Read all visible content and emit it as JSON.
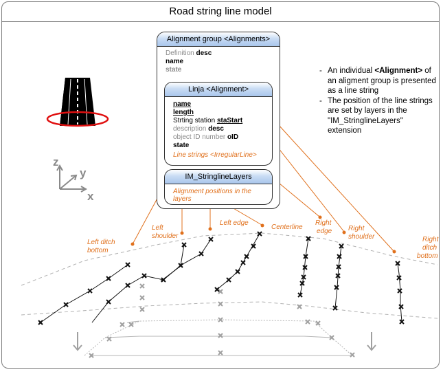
{
  "title": "Road string line model",
  "alignment_group": {
    "header": "Alignment group <Alignments>",
    "attrs": [
      {
        "label": "Definition",
        "name": "desc"
      },
      {
        "label": "",
        "name": "name"
      },
      {
        "label": "",
        "name": "state"
      }
    ]
  },
  "linja": {
    "header": "Linja <Alignment>",
    "attrs": [
      {
        "label": "",
        "name": "name"
      },
      {
        "label": "",
        "name": "length"
      },
      {
        "label": "Strting station",
        "name": "staStart"
      },
      {
        "label": "description",
        "name": "desc"
      },
      {
        "label": "object ID number",
        "name": "oID"
      },
      {
        "label": "",
        "name": "state"
      }
    ],
    "footer": "Line strings <IrregularLine>"
  },
  "stringline_layers": {
    "header": "IM_StringlineLayers",
    "footer": "Alignment positions in the layers"
  },
  "note": {
    "item1": {
      "pre": "An individual ",
      "strong": "<Alignment>",
      "post": " of an aligment group is presented as a line string"
    },
    "item2": "The position of the line strings are set by layers in the \"IM_StringlineLayers\" extension"
  },
  "axes": {
    "z": "z",
    "y": "y",
    "x": "x"
  },
  "labels": {
    "left_ditch_bottom": [
      "Left ditch",
      "bottom"
    ],
    "left_shoulder": [
      "Left",
      "shoulder"
    ],
    "left_edge": [
      "Left edge"
    ],
    "centerline": [
      "Centerline"
    ],
    "right_edge": [
      "Right",
      "edge"
    ],
    "right_shoulder": [
      "Right",
      "shoulder"
    ],
    "right_ditch_bottom": [
      "Right",
      "ditch",
      "bottom"
    ]
  },
  "colors": {
    "orange": "#e0701c",
    "gray_mark": "#a0a0a0",
    "black_mark": "#111111",
    "road_ring": "#e01010",
    "uml_header": "#b9d1f0"
  },
  "icons": [
    "road-icon",
    "axis-icon",
    "down-arrow-icon"
  ]
}
